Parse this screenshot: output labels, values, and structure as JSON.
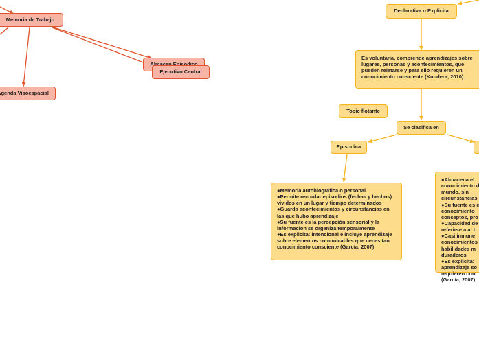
{
  "nodes": {
    "memoria_trabajo": "Memoria de Trabajo",
    "agenda_visoespacial": "Agenda Visoespacial",
    "almacen_episodico": "Almacen Episodico",
    "ejecutivo_central": "Ejecutivo Central",
    "declarativa": "Declarativa o Explicita",
    "definicion": "Es voluntaria, comprende aprendizajes sobre lugares, personas y acontecimientos, que pueden relatarse y para ello requieren un conocimiento consciente (Kundera, 2010).",
    "topic_flotante": "Topic flotante",
    "se_clasifica": "Se clasifica en",
    "episodica": "Episodica",
    "episodica_desc": "●Memoria autobiográfica o personal.\n●Permite recordar episodios (fechas y hechos) vividos en un lugar y tiempo determinados\n●Guarda acontecimientos y circunstancias en las que hubo aprendizaje\n●Su fuente es la percepción sensorial y la información se organiza temporalmente\n●Es explicita: intencional e incluye aprendizaje sobre elementos comunicables que necesitan conocimiento consciente (García, 2007)",
    "semantica_desc": "●Almacena el conocimiento del mundo, sin circunstancias\n●Su fuente es el conocimiento conceptos, pro\n●Capacidad de referirse a al t\n●Casi inmune conocimientos habilidades m duraderos\n●Es explicita: aprendizaje so requieren con (García, 2007)"
  },
  "colors": {
    "red_fill": "#f8b5a6",
    "red_border": "#e0552f",
    "yellow_fill": "#fddd8c",
    "yellow_border": "#f4b41a"
  }
}
